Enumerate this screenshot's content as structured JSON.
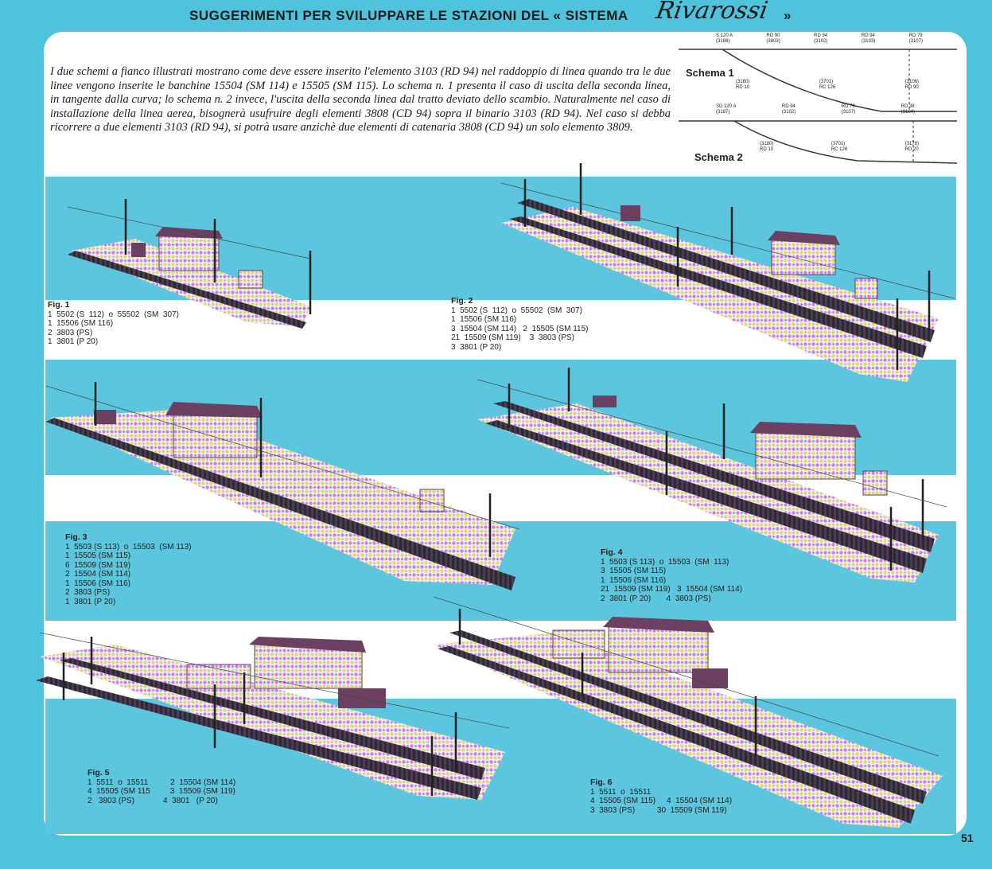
{
  "header": {
    "title": "SUGGERIMENTI PER SVILUPPARE LE STAZIONI DEL « SISTEMA",
    "brand": "Rivarossi",
    "closing": "»"
  },
  "intro_text": "I due schemi a fianco illustrati mostrano come deve essere inserito l'elemento 3103 (RD 94) nel raddoppio di linea quando tra le due linee vengono inserite le banchine 15504 (SM 114) e 15505 (SM 115). Lo schema n. 1 presenta il caso di uscita della seconda linea, in tangente dalla curva; lo schema n. 2 invece, l'uscita della seconda linea dal tratto deviato dello scambio. Naturalmente nel caso di installazione della linea aerea, bisognerà usufruire degli elementi 3808 (CD 94) sopra il binario 3103 (RD 94). Nel caso si debba ricorrere a due elementi 3103 (RD 94), si potrà usare anzichè due elementi di catenaria 3808 (CD 94) un solo elemento 3809.",
  "schemas": [
    {
      "label": "Schema 1",
      "top_labels": [
        "S 120 A\n(3188)",
        "RD 90\n(3803)",
        "RD 94\n(3102)",
        "RD 94\n(3103)",
        "RD 79\n(3107)"
      ],
      "bottom_labels": [
        "(3180)\nRD 10",
        "(3701)\nRC 126",
        "(3106)\nRD 90"
      ]
    },
    {
      "label": "Schema 2",
      "top_labels": [
        "SD 120 A\n(3187)",
        "RD 94\n(3102)",
        "RD 79\n(3107)",
        "RD 38\n(3104)"
      ],
      "bottom_labels": [
        "(3180)\nRD 10",
        "(3701)\nRC 126",
        "(3178)\nRD 20"
      ]
    }
  ],
  "figures": [
    {
      "title": "Fig. 1",
      "lines": [
        "1  5502 (S  112)  o  55502  (SM  307)",
        "1  15506 (SM 116)",
        "2  3803 (PS)",
        "1  3801 (P 20)"
      ]
    },
    {
      "title": "Fig. 2",
      "lines": [
        "1  5502 (S  112)  o  55502  (SM  307)",
        "1  15506 (SM 116)",
        "3  15504 (SM 114)   2  15505 (SM 115)",
        "21  15509 (SM 119)    3  3803 (PS)",
        "3  3801 (P 20)"
      ]
    },
    {
      "title": "Fig. 3",
      "lines": [
        "1  5503 (S 113)  o  15503  (SM 113)",
        "1  15505 (SM 115)",
        "6  15509 (SM 119)",
        "2  15504 (SM 114)",
        "1  15506 (SM 116)",
        "2  3803 (PS)",
        "1  3801 (P 20)"
      ]
    },
    {
      "title": "Fig. 4",
      "lines": [
        "1  5503 (S 113)  o  15503  (SM  113)",
        "3  15505 (SM 115)",
        "1  15506 (SM 116)",
        "21  15509 (SM 119)   3  15504 (SM 114)",
        "2  3801 (P 20)       4  3803 (PS)"
      ]
    },
    {
      "title": "Fig. 5",
      "lines": [
        "1  5511  o  15511          2  15504 (SM 114)",
        "4  15505 (SM 115         3  15509 (SM 119)",
        "2   3803 (PS)             4  3801   (P 20)"
      ]
    },
    {
      "title": "Fig. 6",
      "lines": [
        "1  5511  o  15511",
        "4  15505 (SM 115)     4  15504 (SM 114)",
        "3  3803 (PS)          30  15509 (SM 119)"
      ]
    }
  ],
  "page_number": "51",
  "colors": {
    "background": "#4fc3dc",
    "panel": "#ffffff",
    "band": "#5cc6de"
  }
}
